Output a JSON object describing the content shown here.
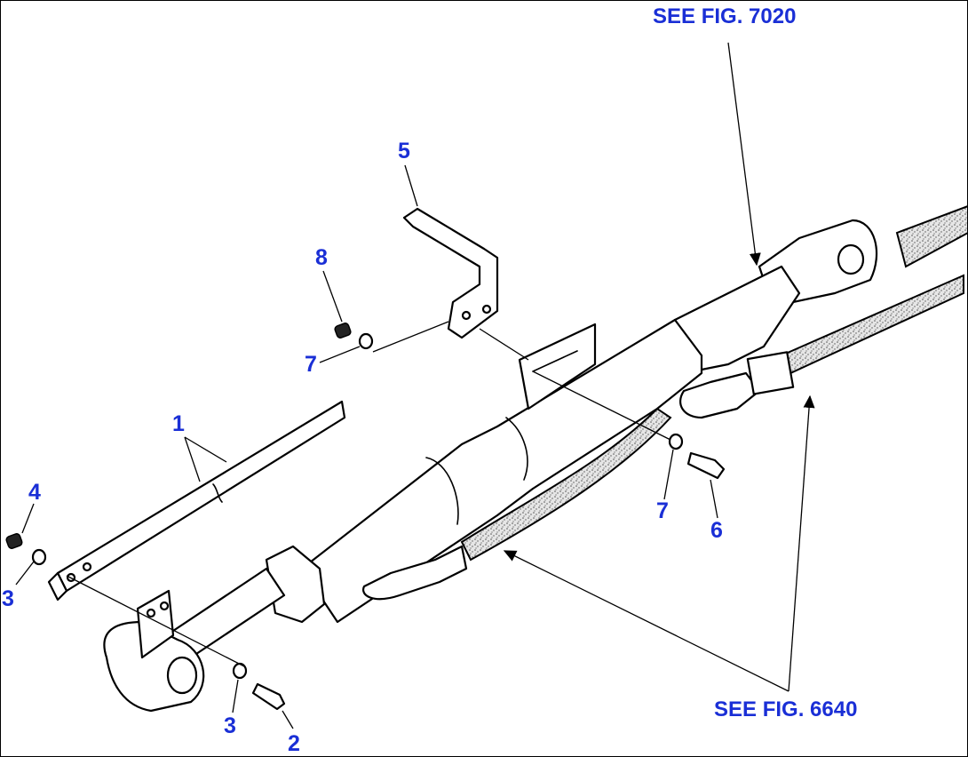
{
  "references": {
    "fig_7020": "SEE FIG. 7020",
    "fig_6640": "SEE FIG. 6640"
  },
  "callouts": {
    "c1": "1",
    "c2": "2",
    "c3_left": "3",
    "c3_bottom": "3",
    "c4": "4",
    "c5": "5",
    "c6": "6",
    "c7_upper": "7",
    "c7_lower": "7",
    "c8": "8"
  },
  "colors": {
    "callout_text": "#1a2fd6",
    "line": "#000000",
    "hose_fill": "#d9d9d9"
  }
}
